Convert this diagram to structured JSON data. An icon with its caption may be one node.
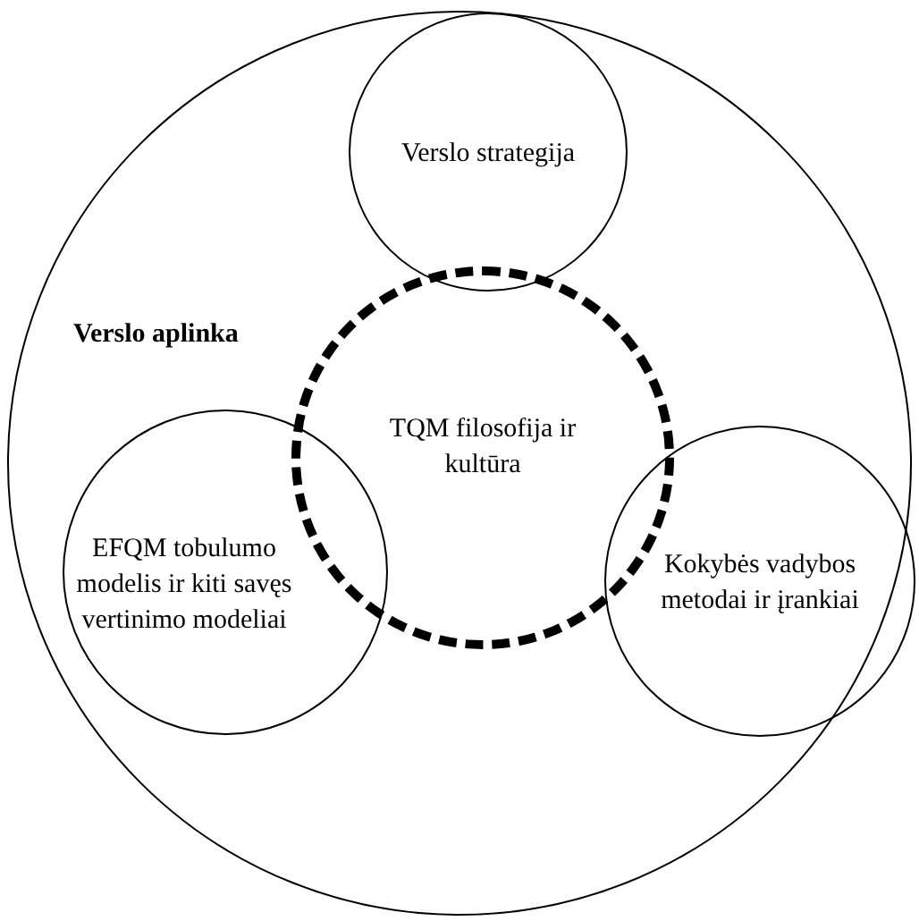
{
  "diagram": {
    "nodes": [
      {
        "text": [
          "Verslo aplinka"
        ]
      },
      {
        "text": [
          "Verslo strategija"
        ],
        "in": 0
      },
      {
        "text": [
          "TQM filosofija ir kultūra"
        ],
        "in": 0
      },
      {
        "text": [
          "EFQM tobulumo modelis ir kiti savęs vertinimo modeliai"
        ],
        "in": 0
      },
      {
        "text": [
          "Kokybės vadybos metodai ir įrankiai"
        ],
        "in": 0
      }
    ]
  }
}
